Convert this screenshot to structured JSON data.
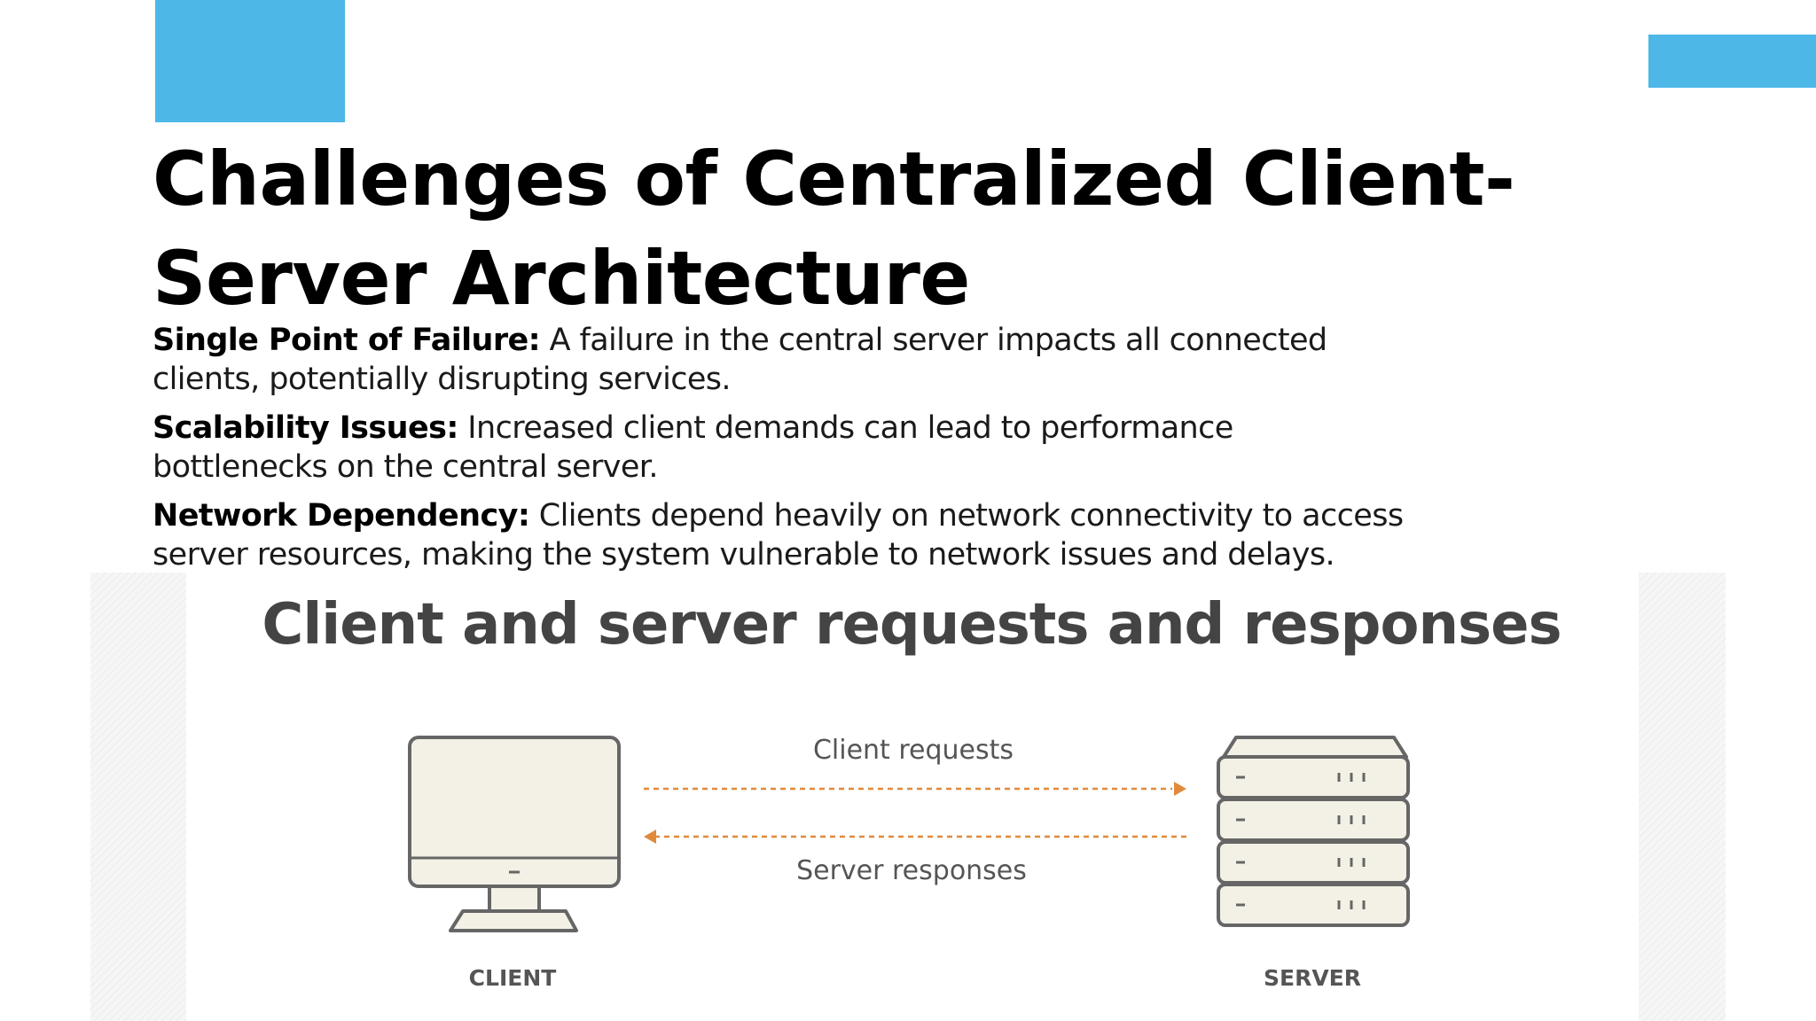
{
  "slide": {
    "title": "Challenges of Centralized Client-Server Architecture",
    "accent_color": "#4db8e8",
    "bullets": [
      {
        "term": "Single Point of Failure:",
        "text": " A failure in the central server impacts all connected clients, potentially disrupting services."
      },
      {
        "term": "Scalability Issues:",
        "text": " Increased client demands can lead to performance bottlenecks on the central server."
      },
      {
        "term": "Network Dependency:",
        "text": " Clients depend heavily on network connectivity to access server resources, making the system vulnerable to network issues and delays."
      }
    ]
  },
  "diagram": {
    "title": "Client and server requests and responses",
    "request_label": "Client requests",
    "response_label": "Server responses",
    "client_label": "CLIENT",
    "server_label": "SERVER",
    "arrow_color": "#e08a3c",
    "device_fill": "#f3f1e6",
    "device_stroke": "#666666"
  }
}
